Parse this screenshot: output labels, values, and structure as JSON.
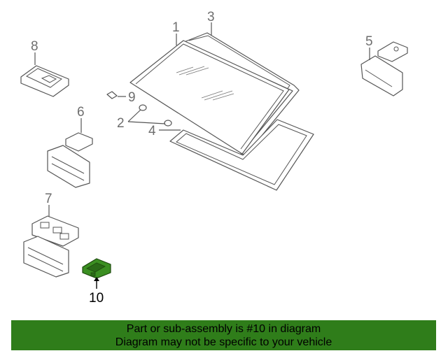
{
  "diagram": {
    "callouts": [
      "1",
      "2",
      "3",
      "4",
      "5",
      "6",
      "7",
      "8",
      "9",
      "10"
    ],
    "highlighted_part": "10",
    "highlight_color": "#3b8f22"
  },
  "banner": {
    "line1": "Part or sub-assembly is #10 in diagram",
    "line2": "Diagram may not be specific to your vehicle",
    "background": "#2f7d1a"
  }
}
